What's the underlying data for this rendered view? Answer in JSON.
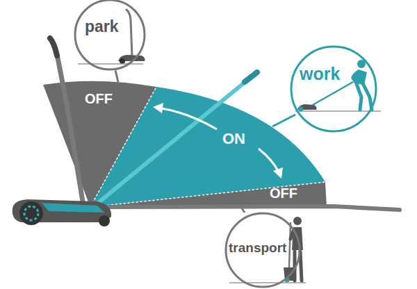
{
  "diagram": {
    "nodes": [
      {
        "text": [
          "park"
        ]
      },
      {
        "text": [
          "work"
        ]
      },
      {
        "text": [
          "transport"
        ]
      }
    ],
    "labels": [
      "OFF",
      "ON",
      "OFF"
    ]
  }
}
